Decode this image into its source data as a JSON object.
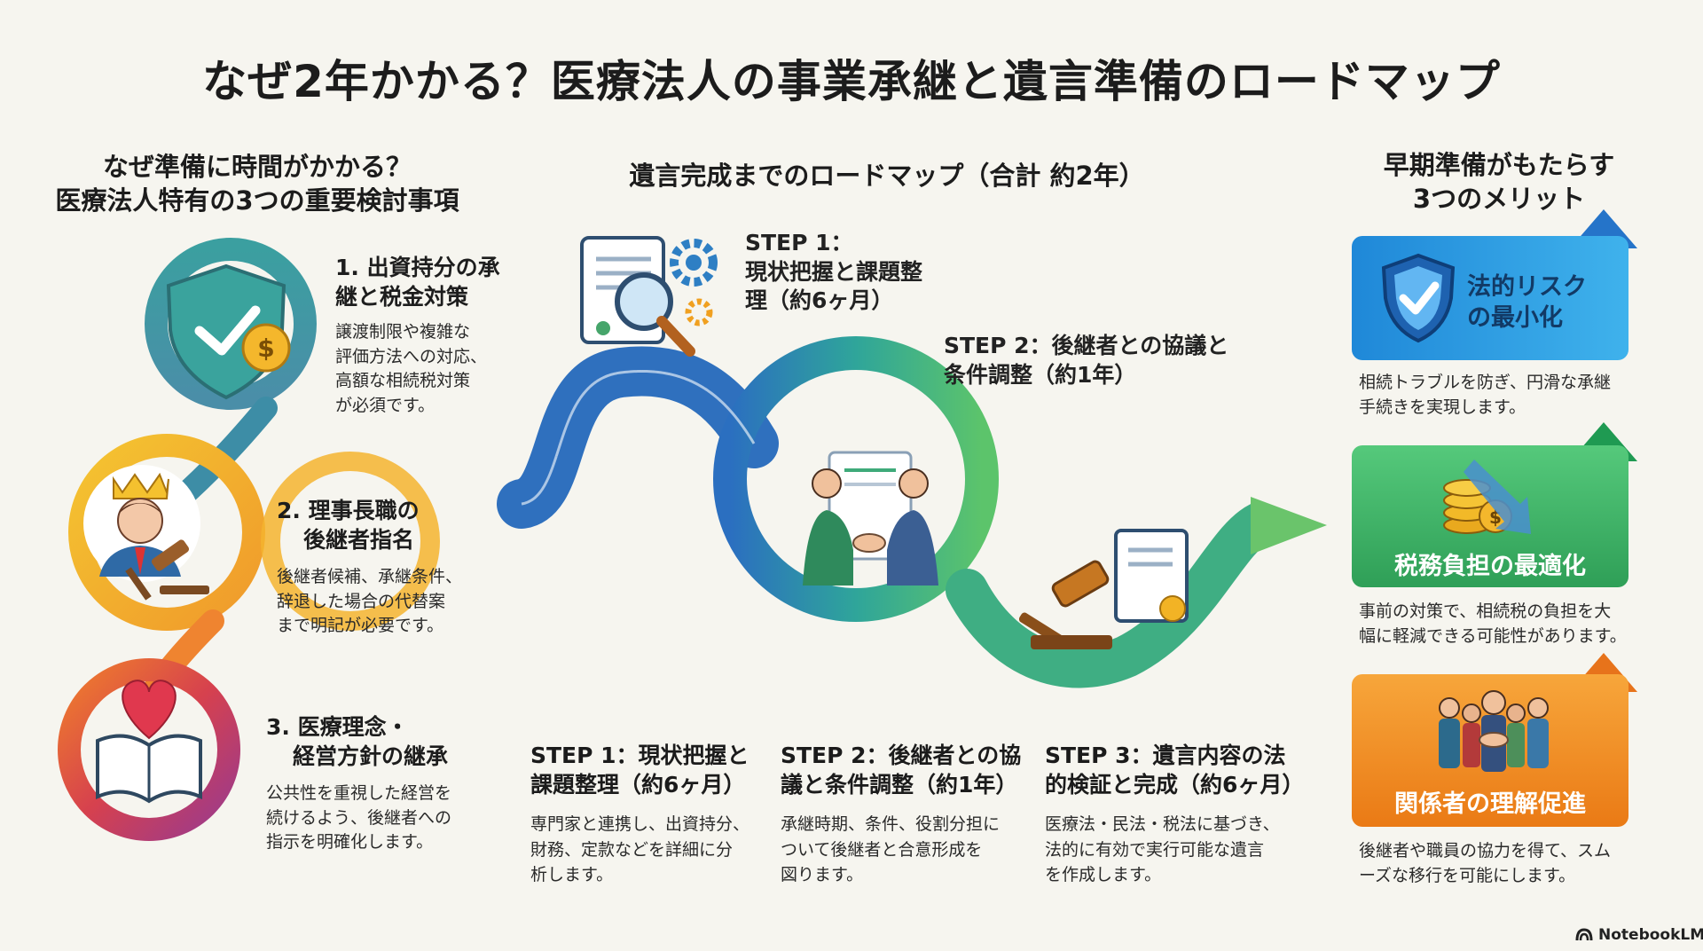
{
  "title": "なぜ2年かかる？医療法人の事業承継と遺言準備のロードマップ",
  "left": {
    "heading_line1": "なぜ準備に時間がかかる？",
    "heading_line2": "医療法人特有の3つの重要検討事項",
    "items": [
      {
        "title_line1": "1. 出資持分の承",
        "title_line2": "継と税金対策",
        "desc_lines": [
          "譲渡制限や複雑な",
          "評価方法への対応、",
          "高額な相続税対策",
          "が必須です。"
        ]
      },
      {
        "title_line1": "2. 理事長職の",
        "title_line2": "後継者指名",
        "desc_lines": [
          "後継者候補、承継条件、",
          "辞退した場合の代替案",
          "まで明記が必要です。"
        ]
      },
      {
        "title_line1": "3. 医療理念・",
        "title_line2": "経営方針の継承",
        "desc_lines": [
          "公共性を重視した経営を",
          "続けるよう、後継者への",
          "指示を明確化します。"
        ]
      }
    ]
  },
  "center": {
    "heading": "遺言完成までのロードマップ（合計 約2年）",
    "step1_top_lines": [
      "STEP 1：",
      "現状把握と課題整",
      "理（約6ヶ月）"
    ],
    "step2_top_lines": [
      "STEP 2：後継者との協議と",
      "条件調整（約1年）"
    ],
    "steps": [
      {
        "title_lines": [
          "STEP 1：現状把握と",
          "課題整理（約6ヶ月）"
        ],
        "desc_lines": [
          "専門家と連携し、出資持分、",
          "財務、定款などを詳細に分",
          "析します。"
        ]
      },
      {
        "title_lines": [
          "STEP 2：後継者との協",
          "議と条件調整（約1年）"
        ],
        "desc_lines": [
          "承継時期、条件、役割分担に",
          "ついて後継者と合意形成を",
          "図ります。"
        ]
      },
      {
        "title_lines": [
          "STEP 3：遺言内容の法",
          "的検証と完成（約6ヶ月）"
        ],
        "desc_lines": [
          "医療法・民法・税法に基づき、",
          "法的に有効で実行可能な遺言",
          "を作成します。"
        ]
      }
    ]
  },
  "right": {
    "heading_line1": "早期準備がもたらす",
    "heading_line2": "3つのメリット",
    "benefits": [
      {
        "banner_line1": "法的リスク",
        "banner_line2": "の最小化",
        "desc_lines": [
          "相続トラブルを防ぎ、円滑な承継",
          "手続きを実現します。"
        ]
      },
      {
        "banner": "税務負担の最適化",
        "desc_lines": [
          "事前の対策で、相続税の負担を大",
          "幅に軽減できる可能性があります。"
        ]
      },
      {
        "banner": "関係者の理解促進",
        "desc_lines": [
          "後継者や職員の協力を得て、スム",
          "ーズな移行を可能にします。"
        ]
      }
    ]
  },
  "footer": {
    "brand": "NotebookLM"
  },
  "colors": {
    "teal": "#3a9b9a",
    "yellow": "#f2b532",
    "orange": "#ef8a2e",
    "magenta": "#b4306b",
    "blue": "#2f7fc4",
    "green": "#3fb374",
    "benefit_blue": "#2e9fe0",
    "benefit_green": "#3cb56a",
    "benefit_orange": "#f0821e"
  }
}
